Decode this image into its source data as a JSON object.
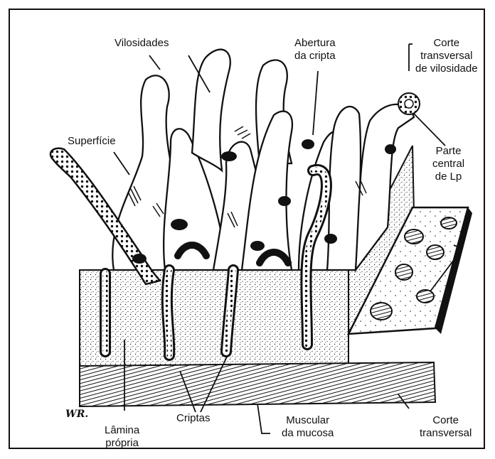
{
  "labels": {
    "vilosidades": "Vilosidades",
    "abertura_line1": "Abertura",
    "abertura_line2": "da cripta",
    "corte_vil_line1": "Corte",
    "corte_vil_line2": "transversal",
    "corte_vil_line3": "de vilosidade",
    "superficie": "Superfície",
    "parte_line1": "Parte",
    "parte_line2": "central",
    "parte_line3": "de Lp",
    "criptas": "Criptas",
    "lamina_line1": "Lâmina",
    "lamina_line2": "própria",
    "muscular_line1": "Muscular",
    "muscular_line2": "da mucosa",
    "corte_line1": "Corte",
    "corte_line2": "transversal",
    "signature": "WR."
  },
  "colors": {
    "ink": "#111111",
    "paper": "#ffffff"
  }
}
